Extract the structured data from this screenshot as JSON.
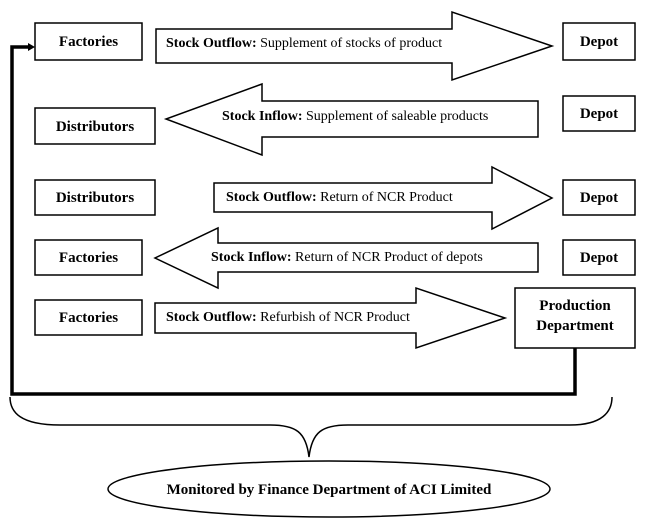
{
  "rows": [
    {
      "left_box": "Factories",
      "right_box": "Depot",
      "arrow_direction": "right",
      "flow_type": "Stock Outflow:",
      "flow_desc": " Supplement of stocks of product"
    },
    {
      "left_box": "Distributors",
      "right_box": "Depot",
      "arrow_direction": "left",
      "flow_type": "Stock Inflow:",
      "flow_desc": " Supplement of saleable products"
    },
    {
      "left_box": "Distributors",
      "right_box": "Depot",
      "arrow_direction": "right",
      "flow_type": "Stock Outflow:",
      "flow_desc": " Return of NCR Product"
    },
    {
      "left_box": "Factories",
      "right_box": "Depot",
      "arrow_direction": "left",
      "flow_type": "Stock Inflow:",
      "flow_desc": " Return of NCR Product of depots"
    },
    {
      "left_box": "Factories",
      "right_box_line1": "Production",
      "right_box_line2": "Department",
      "arrow_direction": "right",
      "flow_type": "Stock Outflow:",
      "flow_desc": " Refurbish of NCR Product"
    }
  ],
  "footer": {
    "label": "Monitored by Finance Department of ACI Limited"
  }
}
